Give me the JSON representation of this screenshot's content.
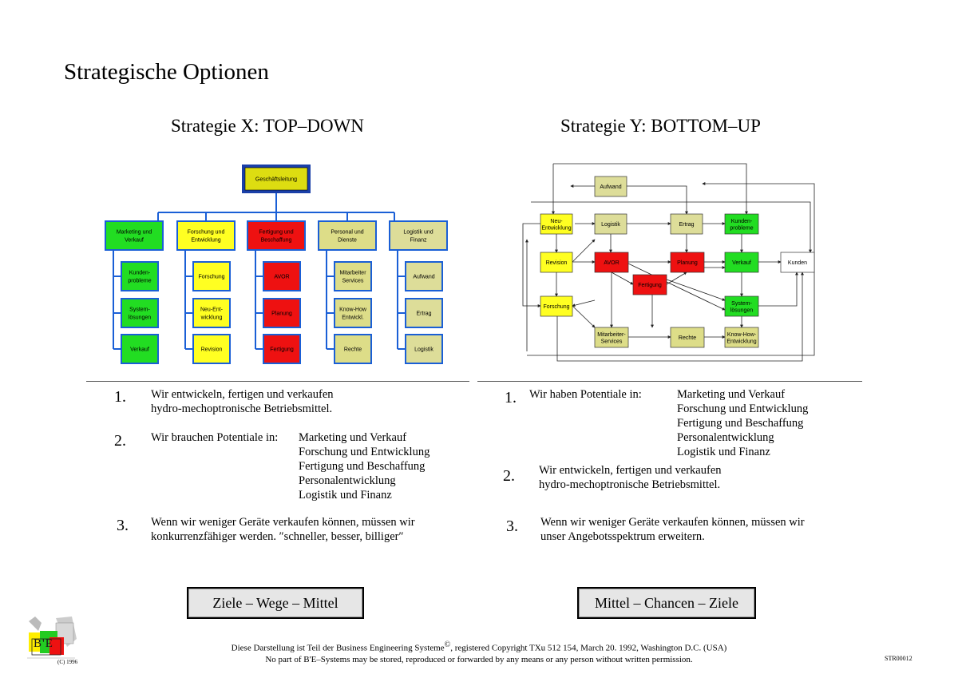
{
  "title": "Strategische Optionen",
  "strategy_x": {
    "heading": "Strategie X: TOP–DOWN",
    "root": "Geschäftsleitung",
    "columns": [
      {
        "head": [
          "Marketing und",
          "Verkauf"
        ],
        "color": "#22dd22",
        "items": [
          [
            "Kunden-",
            "probleme"
          ],
          [
            "System-",
            "lösungen"
          ],
          [
            "Verkauf"
          ]
        ]
      },
      {
        "head": [
          "Forschung und",
          "Entwicklung"
        ],
        "color": "#ffff22",
        "items": [
          [
            "Forschung"
          ],
          [
            "Neu-Ent-",
            "wicklung"
          ],
          [
            "Revision"
          ]
        ]
      },
      {
        "head": [
          "Fertigung und",
          "Beschaffung"
        ],
        "color": "#ee1111",
        "items": [
          [
            "AVOR"
          ],
          [
            "Planung"
          ],
          [
            "Fertigung"
          ]
        ]
      },
      {
        "head": [
          "Personal und",
          "Dienste"
        ],
        "color": "#dddd88",
        "items": [
          [
            "Mitarbeiter",
            "Services"
          ],
          [
            "Know-How",
            "Entwickl."
          ],
          [
            "Rechte"
          ]
        ]
      },
      {
        "head": [
          "Logistik und",
          "Finanz"
        ],
        "color": "#dddd99",
        "items": [
          [
            "Aufwand"
          ],
          [
            "Ertrag"
          ],
          [
            "Logistik"
          ]
        ]
      }
    ],
    "points": [
      {
        "num": "1.",
        "lines": [
          "Wir entwickeln, fertigen und verkaufen",
          "hydro-mechoptronische Betriebsmittel."
        ]
      },
      {
        "num": "2.",
        "label": "Wir brauchen Potentiale in:",
        "list": [
          "Marketing und Verkauf",
          "Forschung und Entwicklung",
          "Fertigung und Beschaffung",
          "Personalentwicklung",
          "Logistik und Finanz"
        ]
      },
      {
        "num": "3.",
        "lines": [
          "Wenn wir weniger Geräte verkaufen können, müssen wir",
          "konkurrenzfähiger werden. ″schneller, besser, billiger″"
        ]
      }
    ],
    "box": "Ziele – Wege – Mittel"
  },
  "strategy_y": {
    "heading": "Strategie Y: BOTTOM–UP",
    "nodes": [
      {
        "label": [
          "Aufwand"
        ],
        "color": "#dddd99"
      },
      {
        "label": [
          "Neu-",
          "Entwicklung"
        ],
        "color": "#ffff22"
      },
      {
        "label": [
          "Logistik"
        ],
        "color": "#dddd99"
      },
      {
        "label": [
          "Ertrag"
        ],
        "color": "#dddd99"
      },
      {
        "label": [
          "Kunden-",
          "probleme"
        ],
        "color": "#22dd22"
      },
      {
        "label": [
          "Revision"
        ],
        "color": "#ffff22"
      },
      {
        "label": [
          "AVOR"
        ],
        "color": "#ee1111"
      },
      {
        "label": [
          "Planung"
        ],
        "color": "#ee1111"
      },
      {
        "label": [
          "Verkauf"
        ],
        "color": "#22dd22"
      },
      {
        "label": [
          "Kunden"
        ],
        "color": "#ffffff"
      },
      {
        "label": [
          "Fertigung"
        ],
        "color": "#ee1111"
      },
      {
        "label": [
          "Forschung"
        ],
        "color": "#ffff22"
      },
      {
        "label": [
          "System-",
          "lösungen"
        ],
        "color": "#22dd22"
      },
      {
        "label": [
          "Mitarbeiter-",
          "Services"
        ],
        "color": "#dddd88"
      },
      {
        "label": [
          "Rechte"
        ],
        "color": "#dddd88"
      },
      {
        "label": [
          "Know-How-",
          "Entwicklung"
        ],
        "color": "#dddd88"
      }
    ],
    "points": [
      {
        "num": "1.",
        "label": "Wir haben Potentiale in:",
        "list": [
          "Marketing und Verkauf",
          "Forschung und Entwicklung",
          "Fertigung und Beschaffung",
          "Personalentwicklung",
          "Logistik und Finanz"
        ]
      },
      {
        "num": "2.",
        "lines": [
          "Wir entwickeln, fertigen und verkaufen",
          "hydro-mechoptronische Betriebsmittel."
        ]
      },
      {
        "num": "3.",
        "lines": [
          "Wenn wir weniger Geräte verkaufen können, müssen wir",
          "unser Angebotsspektrum erweitern."
        ]
      }
    ],
    "box": "Mittel – Chancen – Ziele"
  },
  "footer": {
    "line1": "Diese Darstellung ist Teil der Business Engineering Systeme",
    "copy_mark": "©",
    "line1_rest": ", registered Copyright TXu 512 154, March 20. 1992, Washington D.C. (USA)",
    "line2": "No part of B'E–Systems may be stored, reproduced or forwarded by any means or any person without written permission.",
    "code": "STR00012",
    "logo_text": "B'E",
    "logo_copy": "(C) 1996"
  }
}
